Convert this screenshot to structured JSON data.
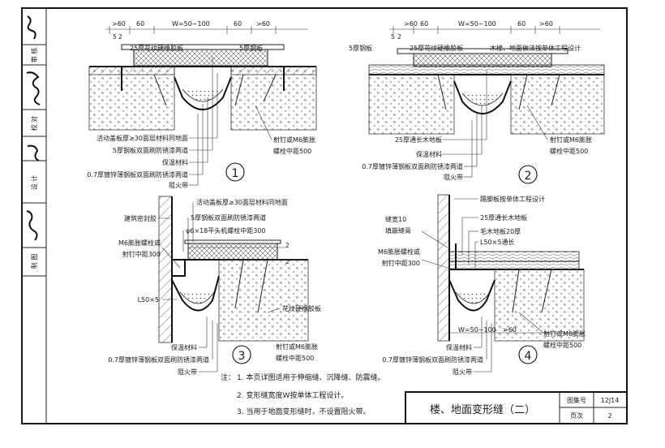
{
  "title_block": {
    "drawing_title": "楼、地面变形缝（二）",
    "atlas_label": "图集号",
    "atlas_no": "12J14",
    "page_label": "页次",
    "page_no": "2"
  },
  "side_block": {
    "rows": [
      "制 图",
      "设 计",
      "校 对",
      "审 核"
    ]
  },
  "details": [
    {
      "number": "1",
      "dims": [
        ">60",
        "60",
        "W=50~100",
        "60",
        ">60"
      ],
      "small_dims": [
        "5",
        "2"
      ],
      "labels": [
        "25厚花纹硬橡胶板",
        "5厚钢板",
        "活动盖板厚≥30面层材料同地面",
        "5厚钢板双面刷防锈漆两道",
        "保温材料",
        "0.7厚镀锌薄钢板双面刷防锈漆两道",
        "阻火带",
        "射钉或M6膨胀",
        "螺栓中距500"
      ]
    },
    {
      "number": "2",
      "dims": [
        ">60",
        "60",
        "W=50~100",
        "60",
        ">60"
      ],
      "small_dims": [
        "5",
        "2"
      ],
      "labels": [
        "5厚钢板",
        "25厚花纹硬橡胶板",
        "木楼、地面做法按单体工程设计",
        "25厚通长木地板",
        "保温材料",
        "0.7厚镀锌薄钢板双面刷防锈漆两道",
        "阻火带",
        "射钉或M6膨胀",
        "螺栓中距500"
      ]
    },
    {
      "number": "3",
      "small_dims": [
        "2",
        "2"
      ],
      "labels": [
        "活动盖板厚≥30面层材料同地面",
        "建筑密封胶",
        "5厚钢板双面刷防锈漆两道",
        "φ6×18平头机螺栓中距300",
        "M6膨胀螺栓或",
        "射钉中距300",
        "L50×5",
        "花纹硬橡胶板",
        "保温材料",
        "0.7厚镀锌薄钢板双面刷防锈漆两道",
        "阻火带",
        "射钉或M6膨胀",
        "螺栓中距500"
      ]
    },
    {
      "number": "4",
      "dims": [
        "W=50~100",
        ">60"
      ],
      "labels": [
        "踢脚板按单体工程设计",
        "25厚通长木地板",
        "毛木地板20厚",
        "L50×5通长",
        "缝宽10",
        "填嵌缝膏",
        "M6膨胀螺栓或",
        "射钉中距300",
        "保温材料",
        "0.7厚镀锌薄钢板双面刷防锈漆两道",
        "阻火带",
        "射钉或M6膨胀",
        "螺栓中距500"
      ]
    }
  ],
  "notes": {
    "heading": "注：",
    "items": [
      "1. 本页详图适用于伸缩缝、沉降缝、防震缝。",
      "2. 变形缝宽度W按单体工程设计。",
      "3. 当用于地面变形缝时，不设置阻火带。"
    ]
  }
}
